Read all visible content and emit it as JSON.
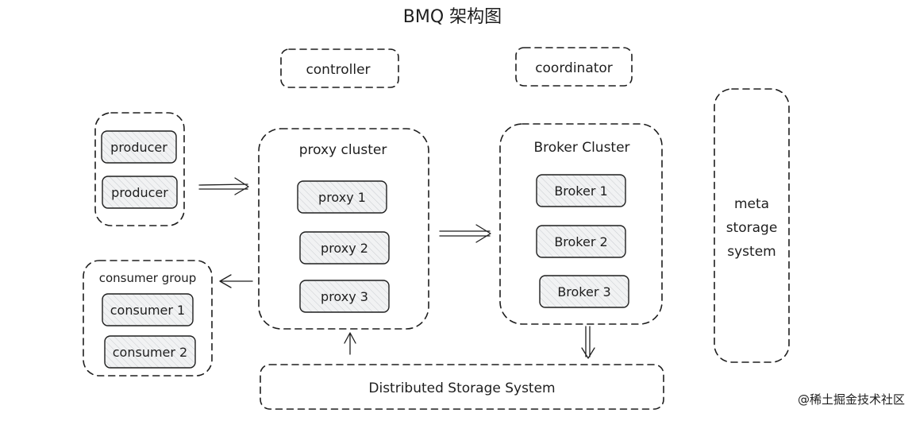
{
  "title": "BMQ 架构图",
  "controller": "controller",
  "coordinator": "coordinator",
  "producer_group": {
    "items": [
      "producer",
      "producer"
    ]
  },
  "consumer_group": {
    "label": "consumer group",
    "items": [
      "consumer 1",
      "consumer 2"
    ]
  },
  "proxy_cluster": {
    "label": "proxy cluster",
    "items": [
      "proxy 1",
      "proxy 2",
      "proxy 3"
    ]
  },
  "broker_cluster": {
    "label": "Broker Cluster",
    "items": [
      "Broker 1",
      "Broker 2",
      "Broker 3"
    ]
  },
  "meta_storage": {
    "lines": [
      "meta",
      "storage",
      "system"
    ]
  },
  "distributed_storage": "Distributed Storage System",
  "watermark": "@稀土掘金技术社区"
}
